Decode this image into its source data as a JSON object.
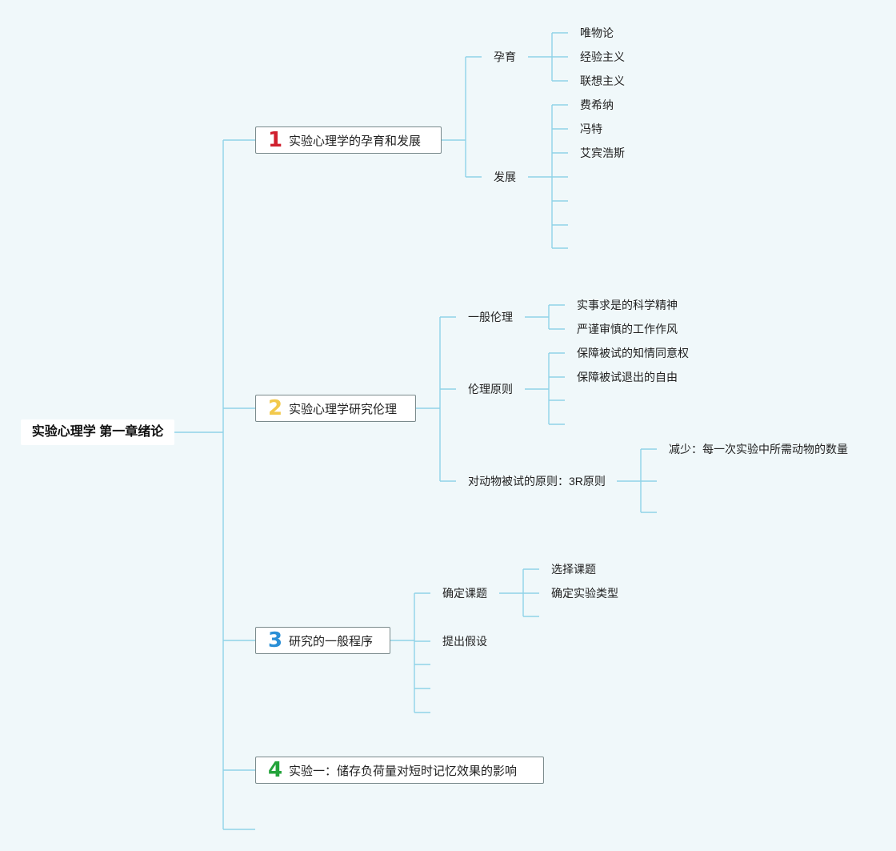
{
  "root": {
    "label": "实验心理学 第一章绪论"
  },
  "topics": [
    {
      "number": "1",
      "label": "实验心理学的孕育和发展",
      "color": "#d0202e"
    },
    {
      "number": "2",
      "label": "实验心理学研究伦理",
      "color": "#f2c94c"
    },
    {
      "number": "3",
      "label": "研究的一般程序",
      "color": "#2a8fd6"
    },
    {
      "number": "4",
      "label": "实验一：储存负荷量对短时记忆效果的影响",
      "color": "#23a33a"
    }
  ],
  "branches": {
    "t1": {
      "b1": {
        "label": "孕育",
        "leaves": [
          "唯物论",
          "经验主义",
          "联想主义"
        ]
      },
      "b2": {
        "label": "发展",
        "leaves": [
          "费希纳",
          "冯特",
          "艾宾浩斯"
        ]
      }
    },
    "t2": {
      "b1": {
        "label": "一般伦理",
        "leaves": [
          "实事求是的科学精神",
          "严谨审慎的工作作风"
        ]
      },
      "b2": {
        "label": "伦理原则",
        "leaves": [
          "保障被试的知情同意权",
          "保障被试退出的自由"
        ]
      },
      "b3": {
        "label": "对动物被试的原则：3R原则",
        "leaves": [
          "减少：每一次实验中所需动物的数量"
        ]
      }
    },
    "t3": {
      "b1": {
        "label": "确定课题",
        "leaves": [
          "选择课题",
          "确定实验类型"
        ]
      },
      "b2": {
        "label": "提出假设"
      }
    }
  },
  "colors": {
    "line": "#8fd3e8",
    "background": "#f0f8fa"
  }
}
